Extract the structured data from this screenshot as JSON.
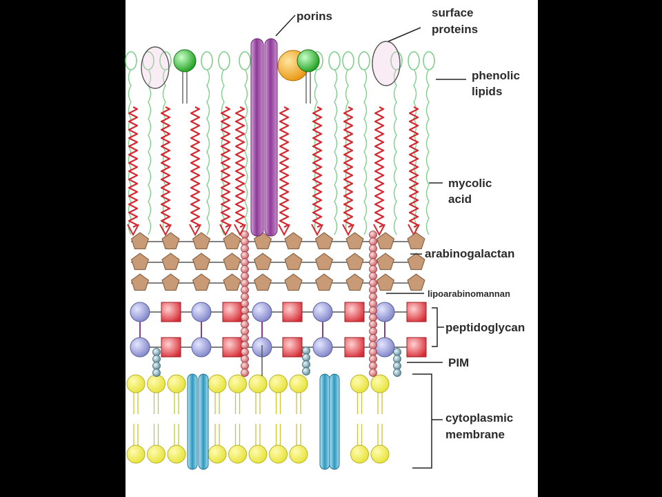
{
  "labels": {
    "porins": "porins",
    "surface_proteins": [
      "surface",
      "proteins"
    ],
    "phenolic_lipids": [
      "phenolic",
      "lipids"
    ],
    "mycolic_acid": [
      "mycolic",
      "acid"
    ],
    "arabinogalactan": "arabinogalactan",
    "lipoarabinomannan": "lipoarabinomannan",
    "peptidoglycan": "peptidoglycan",
    "pim": "PIM",
    "cytoplasmic_membrane": [
      "cytoplasmic",
      "membrane"
    ]
  },
  "colors": {
    "mycolic_chain": "#d8262f",
    "lipid_tail": "#7fcf8a",
    "porin": "#a24ea8",
    "surface_protein_green": "#2fb52f",
    "surface_protein_orange": "#f0a21a",
    "arabinogalactan_pentagon": "#c89a76",
    "lam_bead": "#d9787c",
    "peptidoglycan_sphere": "#9b9fd8",
    "peptidoglycan_square": "#e0373f",
    "membrane_head": "#f0ee46",
    "membrane_protein": "#3aa3c8",
    "pim_bead": "#6f9aa8"
  }
}
